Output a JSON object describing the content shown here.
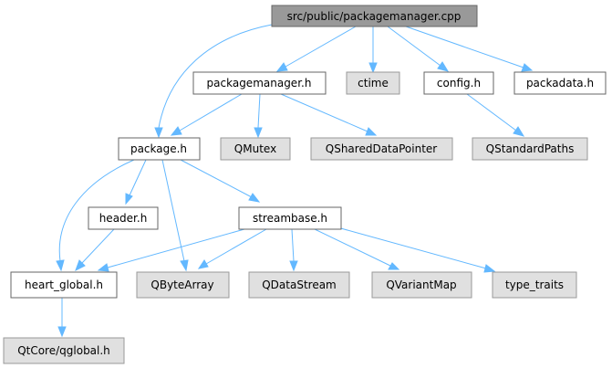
{
  "nodes": {
    "main": "src/public/packagemanager.cpp",
    "packagemanager_h": "packagemanager.h",
    "ctime": "ctime",
    "config_h": "config.h",
    "packadata_h": "packadata.h",
    "package_h": "package.h",
    "qmutex": "QMutex",
    "qshareddatapointer": "QSharedDataPointer",
    "qstandardpaths": "QStandardPaths",
    "header_h": "header.h",
    "streambase_h": "streambase.h",
    "heart_global_h": "heart_global.h",
    "qbytearray": "QByteArray",
    "qdatastream": "QDataStream",
    "qvariantmap": "QVariantMap",
    "type_traits": "type_traits",
    "qtcore_qglobal_h": "QtCore/qglobal.h"
  },
  "colors": {
    "main_fill": "#999999",
    "local_fill": "#ffffff",
    "system_fill": "#e0e0e0",
    "edge": "#63b8ff"
  }
}
